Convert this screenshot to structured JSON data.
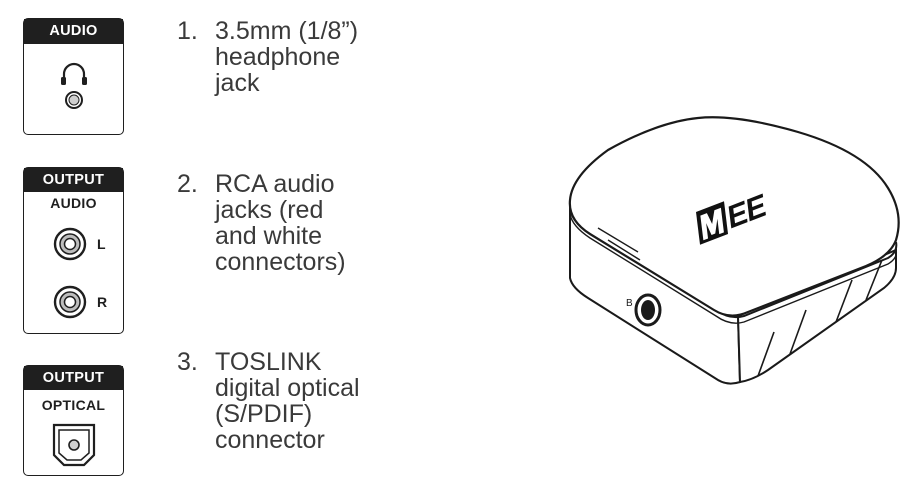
{
  "panels": {
    "audio": {
      "header": "AUDIO"
    },
    "output_audio": {
      "header": "OUTPUT",
      "subtitle": "AUDIO",
      "left_label": "L",
      "right_label": "R"
    },
    "output_optical": {
      "header": "OUTPUT",
      "subtitle": "OPTICAL"
    }
  },
  "items": [
    {
      "number": "1.",
      "lines": [
        "3.5mm (1/8”)",
        "headphone",
        "jack"
      ]
    },
    {
      "number": "2.",
      "lines": [
        "RCA audio",
        "jacks (red",
        "and white",
        "connectors)"
      ]
    },
    {
      "number": "3.",
      "lines": [
        "TOSLINK",
        "digital optical",
        "(S/PDIF)",
        "connector"
      ]
    }
  ],
  "device": {
    "logo": "MEE",
    "button_mark": "B"
  },
  "colors": {
    "panel_header": "#1f1f1f",
    "text": "#3a3a3a",
    "background": "#ffffff"
  }
}
